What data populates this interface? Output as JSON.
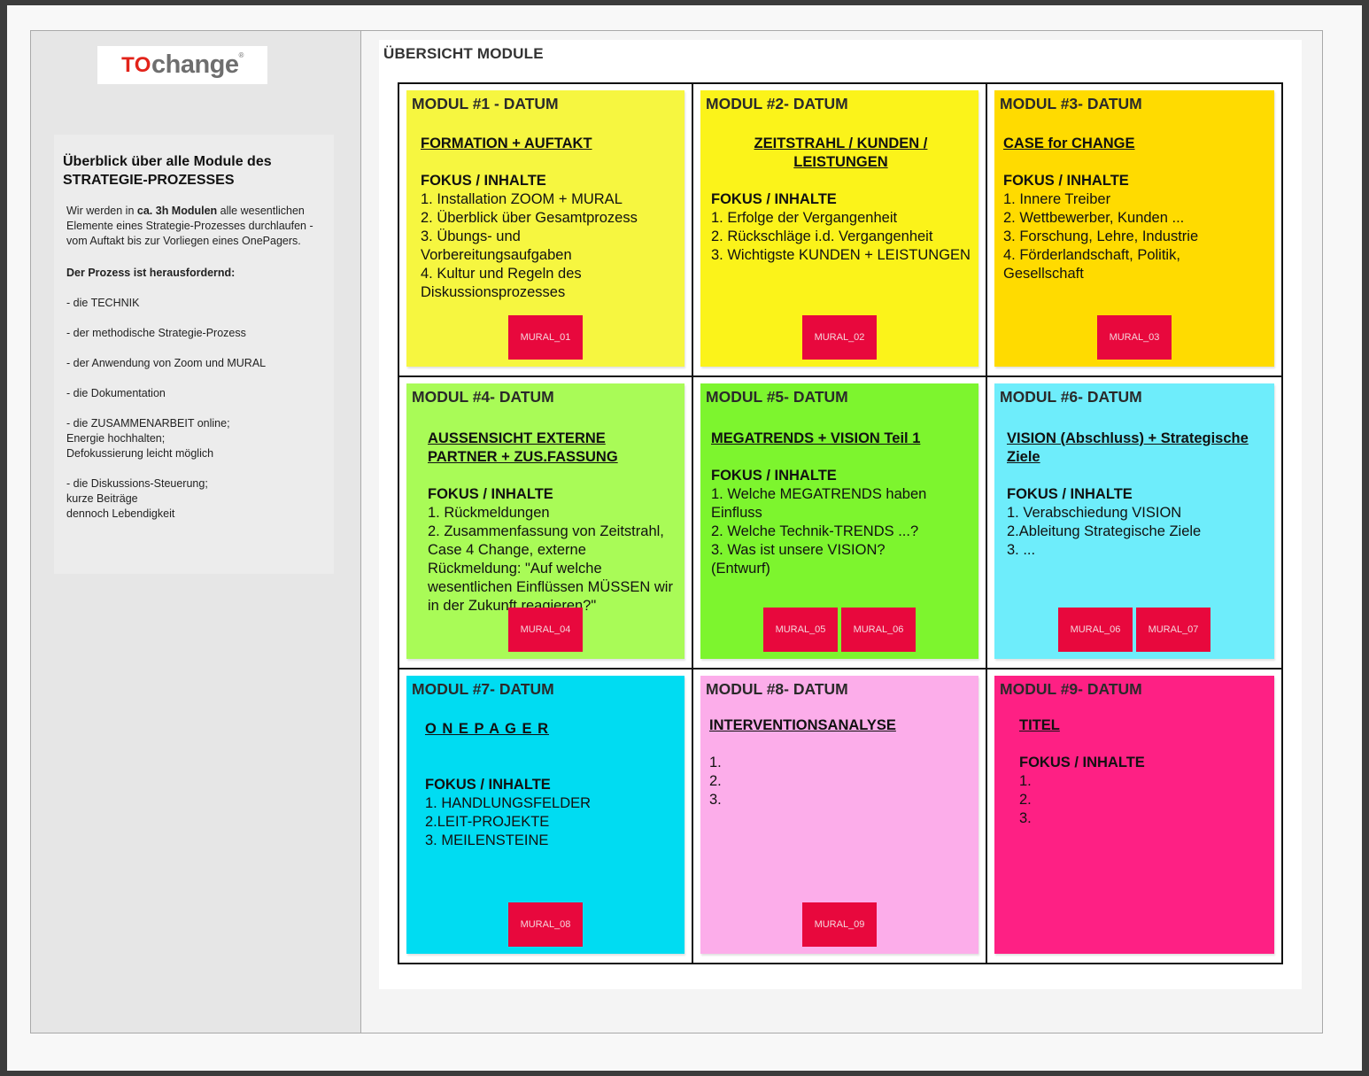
{
  "sidebar": {
    "logo_to": "TO",
    "logo_change": "change",
    "logo_reg": "®",
    "info_title": "Überblick über alle Module des STRATEGIE-PROZESSES",
    "intro_pre": "Wir werden in ",
    "intro_bold": "ca. 3h Modulen",
    "intro_post": " alle wesentlichen Elemente eines Strategie-Prozesses durchlaufen - vom Auftakt bis zur Vorliegen eines OnePagers.",
    "challenge_heading": "Der Prozess ist herausfordernd:",
    "challenges": [
      "- die TECHNIK",
      "- der methodische Strategie-Prozess",
      "- der Anwendung von Zoom und MURAL",
      "- die Dokumentation",
      "- die ZUSAMMENARBEIT online;\n  Energie hochhalten;\n  Defokussierung leicht möglich",
      "- die Diskussions-Steuerung;\n  kurze Beiträge\n  dennoch Lebendigkeit"
    ]
  },
  "main": {
    "title": "ÜBERSICHT MODULE"
  },
  "modules": [
    {
      "title": "MODUL #1 - DATUM",
      "subtitle": "FORMATION + AUFTAKT",
      "focus": "FOKUS / INHALTE",
      "items": [
        "1. Installation ZOOM + MURAL",
        "2. Überblick über Gesamtprozess",
        "3. Übungs- und\nVorbereitungsaufgaben",
        "4. Kultur und Regeln des\nDiskussionsprozesses"
      ],
      "buttons": [
        "MURAL_01"
      ],
      "color": "#f6f640"
    },
    {
      "title": "MODUL #2- DATUM",
      "subtitle": "ZEITSTRAHL / KUNDEN /\nLEISTUNGEN",
      "focus": "FOKUS / INHALTE",
      "items": [
        "1.  Erfolge der Vergangenheit",
        "2. Rückschläge i.d. Vergangenheit",
        "3. Wichtigste KUNDEN + LEISTUNGEN"
      ],
      "buttons": [
        "MURAL_02"
      ],
      "color": "#fbf31a"
    },
    {
      "title": "MODUL #3- DATUM",
      "subtitle": "CASE for CHANGE",
      "focus": "FOKUS / INHALTE",
      "items": [
        "1. Innere Treiber",
        "2. Wettbewerber, Kunden ...",
        "3. Forschung, Lehre, Industrie",
        "4. Förderlandschaft, Politik,\nGesellschaft"
      ],
      "buttons": [
        "MURAL_03"
      ],
      "color": "#ffdb00"
    },
    {
      "title": "MODUL #4- DATUM",
      "subtitle": "AUSSENSICHT EXTERNE\nPARTNER + ZUS.FASSUNG",
      "focus": "FOKUS / INHALTE",
      "items": [
        "1. Rückmeldungen",
        "2. Zusammenfassung von Zeitstrahl,\nCase 4 Change, externe\nRückmeldung: \"Auf welche\nwesentlichen Einflüssen MÜSSEN wir\nin der Zukunft reagieren?\""
      ],
      "buttons": [
        "MURAL_04"
      ],
      "color": "#a9fb57"
    },
    {
      "title": "MODUL #5- DATUM",
      "subtitle": "MEGATRENDS + VISION Teil 1",
      "focus": "FOKUS / INHALTE",
      "items": [
        "1. Welche MEGATRENDS haben\nEinfluss",
        "2. Welche Technik-TRENDS ...?",
        "3. Was ist unsere VISION?\n    (Entwurf)"
      ],
      "buttons": [
        "MURAL_05",
        "MURAL_06"
      ],
      "color": "#7df52e"
    },
    {
      "title": "MODUL #6- DATUM",
      "subtitle": "VISION (Abschluss) + Strategische\nZiele",
      "focus": "FOKUS / INHALTE",
      "items": [
        "1. Verabschiedung VISION",
        "2.Ableitung Strategische Ziele",
        "3. ..."
      ],
      "buttons": [
        "MURAL_06",
        "MURAL_07"
      ],
      "color": "#6eedfb"
    },
    {
      "title": "MODUL #7- DATUM",
      "subtitle": "O N E P A G E R",
      "focus": "FOKUS / INHALTE",
      "items": [
        "1. HANDLUNGSFELDER",
        "2.LEIT-PROJEKTE",
        "3. MEILENSTEINE"
      ],
      "buttons": [
        "MURAL_08"
      ],
      "color": "#00dcf2"
    },
    {
      "title": "MODUL #8- DATUM",
      "subtitle": "INTERVENTIONSANALYSE",
      "focus": "",
      "items": [
        "1.",
        "2.",
        "3."
      ],
      "buttons": [
        "MURAL_09"
      ],
      "color": "#fcadea"
    },
    {
      "title": "MODUL #9- DATUM",
      "subtitle": "TITEL",
      "focus": "FOKUS / INHALTE",
      "items": [
        "1.",
        "2.",
        "3."
      ],
      "buttons": [],
      "color": "#fe2084"
    }
  ]
}
